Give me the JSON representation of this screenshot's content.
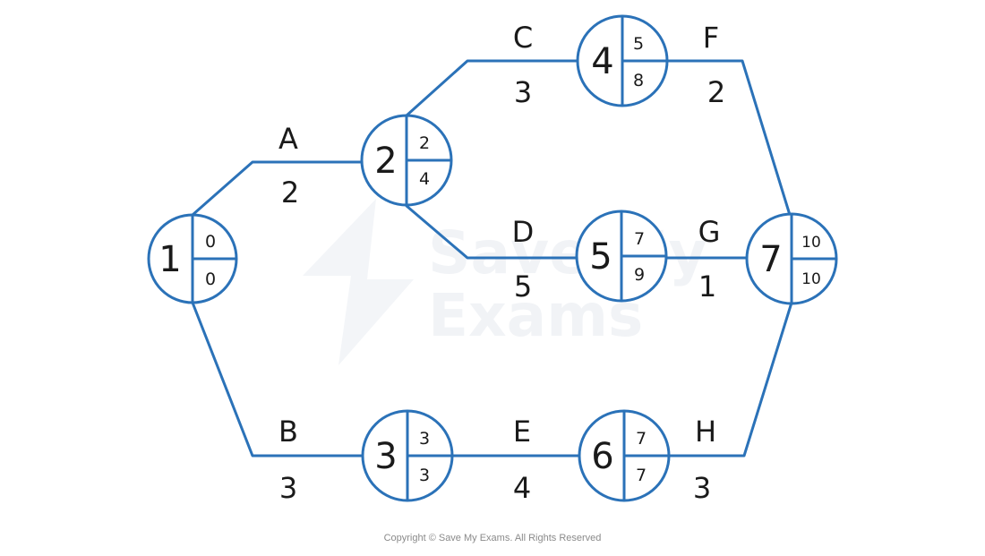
{
  "colors": {
    "line": "#2b72b8",
    "text": "#1a1a1a",
    "watermark": "#f1f3f6"
  },
  "watermark": {
    "line1": "Save My",
    "line2": "Exams"
  },
  "nodes": [
    {
      "id": "1",
      "early": "0",
      "late": "0"
    },
    {
      "id": "2",
      "early": "2",
      "late": "4"
    },
    {
      "id": "3",
      "early": "3",
      "late": "3"
    },
    {
      "id": "4",
      "early": "5",
      "late": "8"
    },
    {
      "id": "5",
      "early": "7",
      "late": "9"
    },
    {
      "id": "6",
      "early": "7",
      "late": "7"
    },
    {
      "id": "7",
      "early": "10",
      "late": "10"
    }
  ],
  "activities": [
    {
      "name": "A",
      "duration": "2",
      "from": "1",
      "to": "2"
    },
    {
      "name": "B",
      "duration": "3",
      "from": "1",
      "to": "3"
    },
    {
      "name": "C",
      "duration": "3",
      "from": "2",
      "to": "4"
    },
    {
      "name": "D",
      "duration": "5",
      "from": "2",
      "to": "5"
    },
    {
      "name": "E",
      "duration": "4",
      "from": "3",
      "to": "6"
    },
    {
      "name": "F",
      "duration": "2",
      "from": "4",
      "to": "7"
    },
    {
      "name": "G",
      "duration": "1",
      "from": "5",
      "to": "7"
    },
    {
      "name": "H",
      "duration": "3",
      "from": "6",
      "to": "7"
    }
  ],
  "footer": {
    "copyright": "Copyright © Save My Exams. All Rights Reserved"
  }
}
